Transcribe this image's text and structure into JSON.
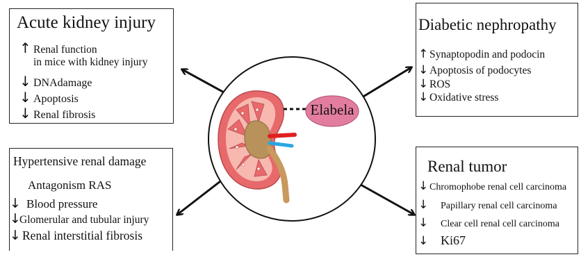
{
  "center": {
    "label": "Elabela"
  },
  "boxes": {
    "aki": {
      "title": "Acute kidney injury",
      "items": [
        {
          "arrow": "↑",
          "text": "Renal function"
        },
        {
          "arrow": "",
          "text": "in mice with kidney injury"
        },
        {
          "arrow": "↓",
          "text": "DNAdamage"
        },
        {
          "arrow": "↓",
          "text": "Apoptosis"
        },
        {
          "arrow": "↓",
          "text": "Renal fibrosis"
        }
      ]
    },
    "dn": {
      "title": "Diabetic nephropathy",
      "items": [
        {
          "arrow": "↑",
          "text": "Synaptopodin and podocin"
        },
        {
          "arrow": "↓",
          "text": "Apoptosis of podocytes"
        },
        {
          "arrow": "↓",
          "text": "ROS"
        },
        {
          "arrow": "↓",
          "text": "Oxidative stress"
        }
      ]
    },
    "htn": {
      "title": "Hypertensive renal damage",
      "items": [
        {
          "arrow": "",
          "text": "Antagonism RAS"
        },
        {
          "arrow": "↓",
          "text": "Blood pressure"
        },
        {
          "arrow": "↓",
          "text": "Glomerular and tubular injury"
        },
        {
          "arrow": "↓",
          "text": "Renal interstitial fibrosis"
        }
      ]
    },
    "tumor": {
      "title": "Renal tumor",
      "items": [
        {
          "arrow": "↓",
          "text": "Chromophobe renal cell carcinoma"
        },
        {
          "arrow": "↓",
          "text": "Papillary renal cell carcinoma"
        },
        {
          "arrow": "↓",
          "text": "Clear cell renal cell carcinoma"
        },
        {
          "arrow": "↓",
          "text": "Ki67"
        }
      ]
    }
  },
  "colors": {
    "kidney_outer": "#e8696b",
    "kidney_inner": "#f7b8b0",
    "pelvis": "#b8925a",
    "ureter": "#c9995e",
    "artery": "#e02020",
    "vein": "#2aa6e0",
    "label_fill": "#e37da0"
  }
}
